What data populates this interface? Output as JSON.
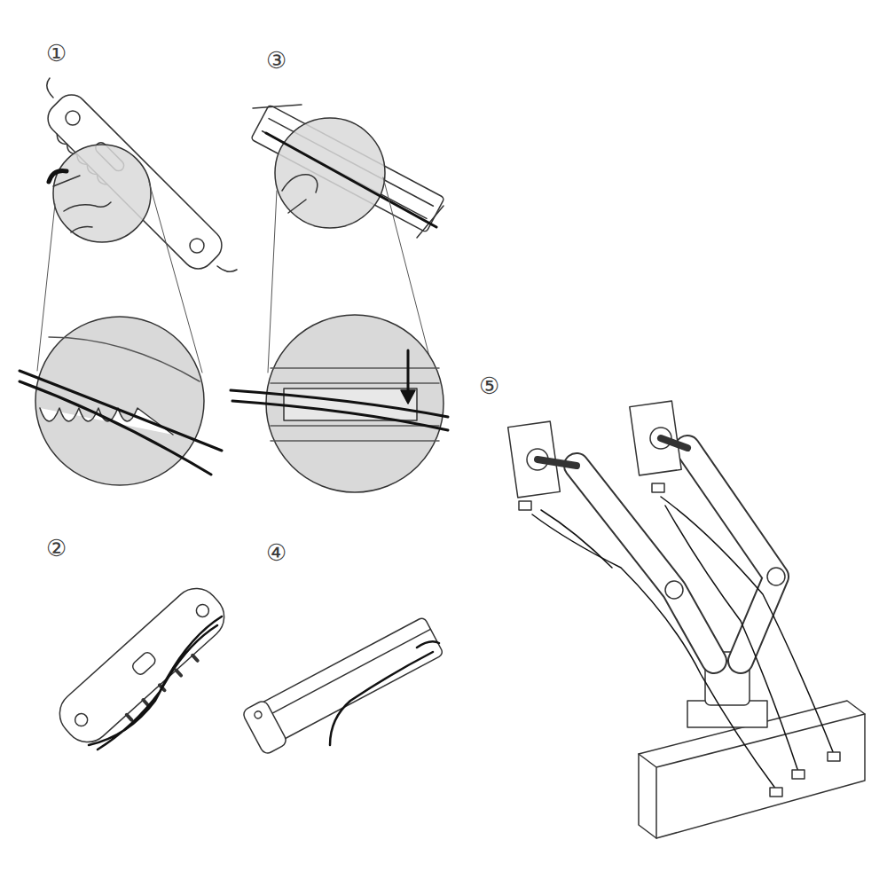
{
  "diagram": {
    "labels": [
      "①",
      "③",
      "⑤",
      "②",
      "④"
    ]
  }
}
